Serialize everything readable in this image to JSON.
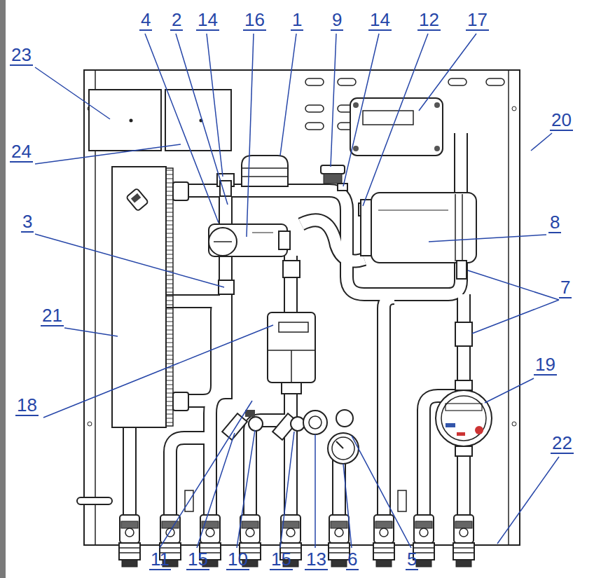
{
  "diagram": {
    "labels": [
      "4",
      "2",
      "14",
      "16",
      "1",
      "9",
      "14",
      "12",
      "17",
      "23",
      "20",
      "24",
      "3",
      "8",
      "7",
      "21",
      "19",
      "18",
      "22",
      "11",
      "15",
      "10",
      "15",
      "13",
      "6",
      "5"
    ]
  }
}
